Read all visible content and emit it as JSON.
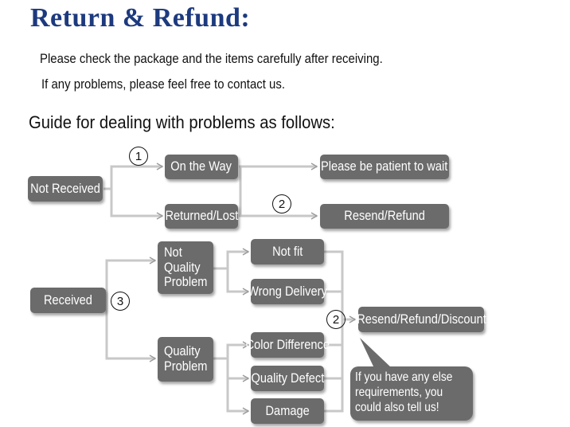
{
  "header": {
    "title": "Return & Refund:",
    "line1": "Please check the package and the items carefully after receiving.",
    "line2": "If any problems, please feel free to contact us.",
    "guide": "Guide for dealing with problems as follows:"
  },
  "diagram": {
    "not_received": "Not Received",
    "on_the_way": "On the Way",
    "returned_lost": "Returned/Lost",
    "be_patient": "Please be patient to wait",
    "resend_refund": "Resend/Refund",
    "received": "Received",
    "not_quality_problem": "Not\nQuality\nProblem",
    "quality_problem": "Quality\nProblem",
    "not_fit": "Not fit",
    "wrong_delivery": "Wrong Delivery",
    "color_difference": "Color Difference",
    "quality_defect": "Quality Defect",
    "damage": "Damage",
    "resend_refund_discount": "Resend/Refund/Discount",
    "note": "If you have any else requirements, you could also tell us!",
    "marker_1": "1",
    "marker_2": "2",
    "marker_3": "3"
  },
  "colors": {
    "title": "#1d3a7e",
    "box_fill": "#6b6b6b",
    "connector": "#c8c8c8"
  }
}
